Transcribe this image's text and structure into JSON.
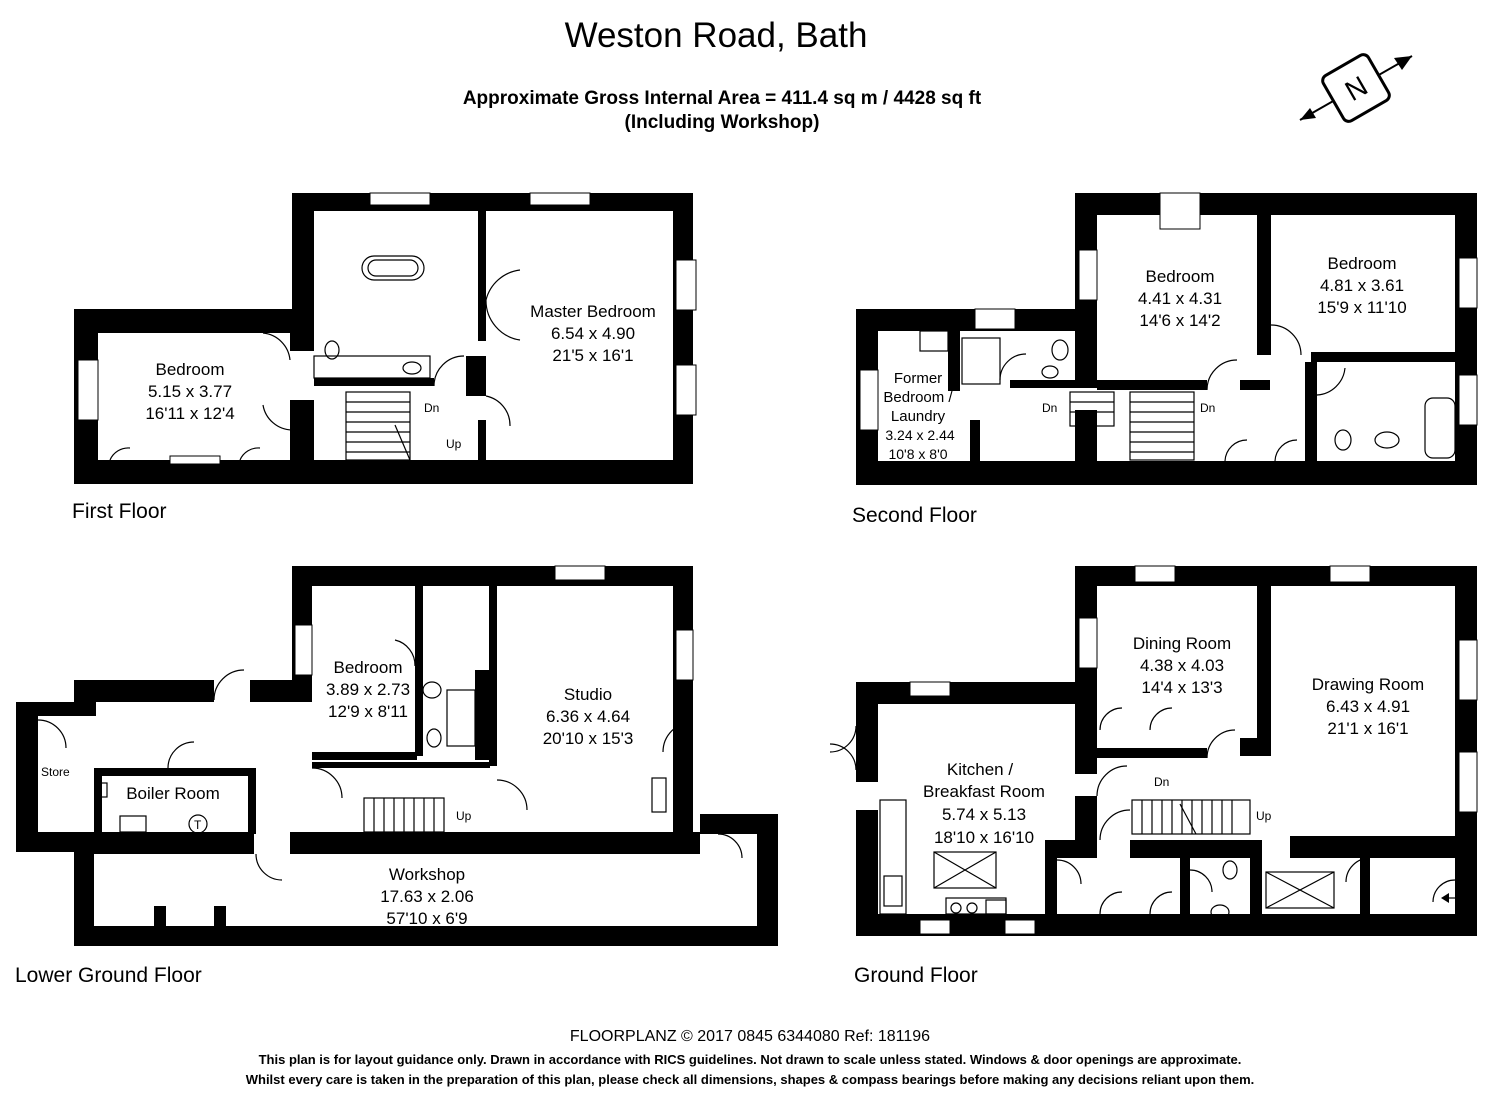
{
  "title": "Weston Road, Bath",
  "area_line1": "Approximate Gross Internal Area = 411.4 sq m / 4428 sq ft",
  "area_line2": "(Including Workshop)",
  "compass_letter": "N",
  "floors": {
    "first": {
      "label": "First Floor",
      "rooms": [
        {
          "name": "Bedroom",
          "metric": "5.15 x 3.77",
          "imperial": "16'11 x 12'4"
        },
        {
          "name": "Master Bedroom",
          "metric": "6.54 x 4.90",
          "imperial": "21'5 x 16'1"
        }
      ],
      "stairs": {
        "down": "Dn",
        "up": "Up"
      }
    },
    "second": {
      "label": "Second Floor",
      "rooms": [
        {
          "name": "Bedroom",
          "metric": "4.41 x 4.31",
          "imperial": "14'6 x 14'2"
        },
        {
          "name": "Bedroom",
          "metric": "4.81 x 3.61",
          "imperial": "15'9 x 11'10"
        },
        {
          "name_lines": [
            "Former",
            "Bedroom /",
            "Laundry"
          ],
          "metric": "3.24 x 2.44",
          "imperial": "10'8 x 8'0"
        }
      ],
      "stairs": {
        "down1": "Dn",
        "down2": "Dn"
      }
    },
    "lower_ground": {
      "label": "Lower Ground Floor",
      "rooms": [
        {
          "name": "Bedroom",
          "metric": "3.89 x 2.73",
          "imperial": "12'9 x 8'11"
        },
        {
          "name": "Studio",
          "metric": "6.36 x 4.64",
          "imperial": "20'10 x 15'3"
        },
        {
          "name": "Boiler Room"
        },
        {
          "name": "Store"
        },
        {
          "name": "Workshop",
          "metric": "17.63 x 2.06",
          "imperial": "57'10 x 6'9"
        }
      ],
      "stairs": {
        "up": "Up"
      },
      "boiler_symbol": "T"
    },
    "ground": {
      "label": "Ground Floor",
      "rooms": [
        {
          "name": "Dining Room",
          "metric": "4.38 x 4.03",
          "imperial": "14'4 x 13'3"
        },
        {
          "name": "Drawing Room",
          "metric": "6.43 x 4.91",
          "imperial": "21'1 x 16'1"
        },
        {
          "name_lines": [
            "Kitchen /",
            "Breakfast Room"
          ],
          "metric": "5.74 x 5.13",
          "imperial": "18'10 x 16'10"
        }
      ],
      "stairs": {
        "down": "Dn",
        "up": "Up"
      },
      "entrance": "IN"
    }
  },
  "footer": {
    "ref_line": "FLOORPLANZ © 2017    0845 6344080    Ref: 181196",
    "disclaimer1": "This plan is for layout guidance only. Drawn in accordance with RICS guidelines. Not drawn to scale unless stated. Windows & door openings are approximate.",
    "disclaimer2": "Whilst every care is taken in the preparation of this plan, please check all dimensions, shapes & compass bearings before making any decisions reliant upon them."
  }
}
